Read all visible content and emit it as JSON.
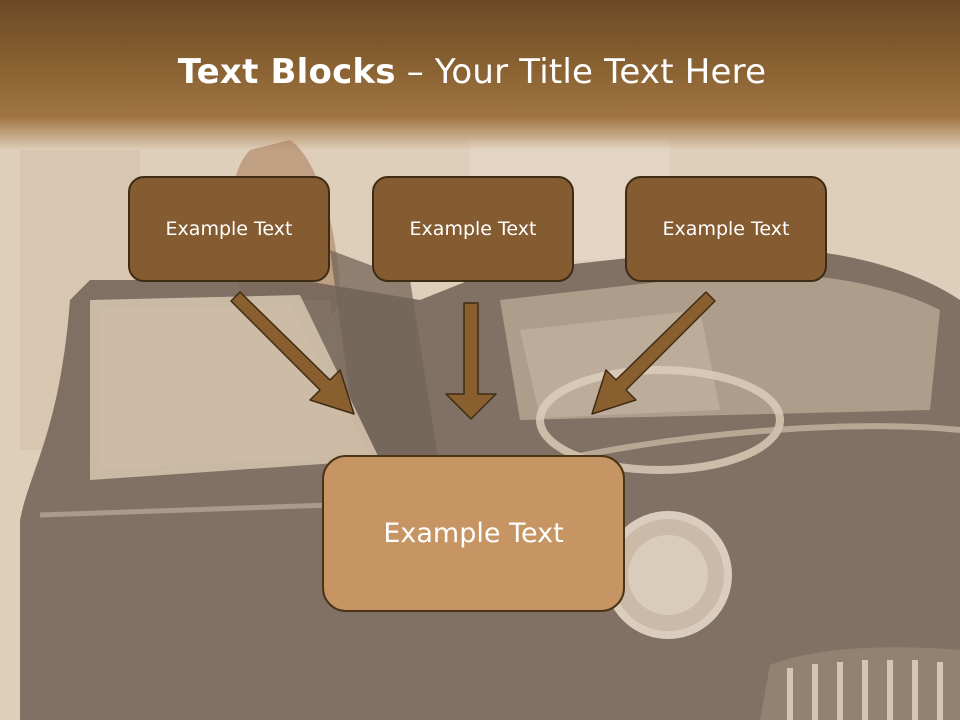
{
  "slide": {
    "title_bold": "Text Blocks",
    "title_dash": "–",
    "title_rest": "Your Title Text Here"
  },
  "boxes": {
    "top": [
      "Example Text",
      "Example Text",
      "Example Text"
    ],
    "bottom": "Example Text"
  },
  "colors": {
    "title_band": "#7a5530",
    "top_box_fill": "#855c32",
    "top_box_border": "#3e2c14",
    "bottom_box_fill": "#c79563",
    "arrow_fill": "#8a5f30",
    "text": "#ffffff"
  },
  "icons": {
    "arrows": [
      "arrow-down-right-icon",
      "arrow-down-icon",
      "arrow-down-left-icon"
    ]
  }
}
